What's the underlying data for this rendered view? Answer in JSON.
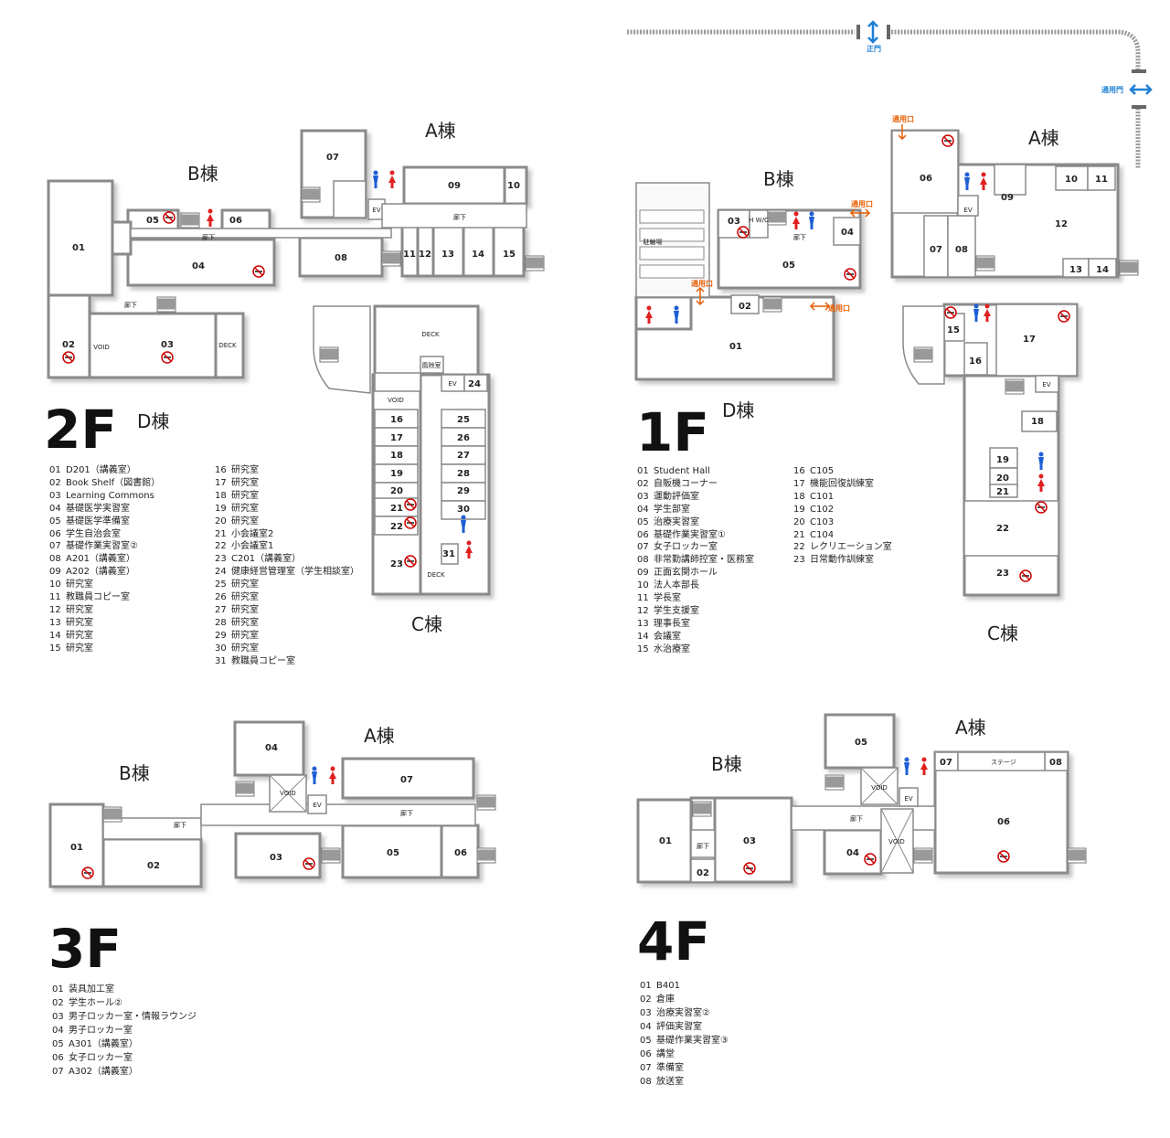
{
  "gate": {
    "main": "正門",
    "side": "通用門"
  },
  "emergency_exit": "通用口",
  "buildings": {
    "A": "A棟",
    "B": "B棟",
    "C": "C棟",
    "D": "D棟"
  },
  "labels": {
    "corridor": "廊下",
    "void": "VOID",
    "deck": "DECK",
    "ev": "EV",
    "wind": "風除室",
    "stage": "ステージ",
    "parking": "駐輪場",
    "wc": "H W/C"
  },
  "floors": {
    "f2": {
      "title": "2F",
      "rooms": [
        "01",
        "02",
        "03",
        "04",
        "05",
        "06",
        "07",
        "08",
        "09",
        "10",
        "11",
        "12",
        "13",
        "14",
        "15",
        "16",
        "17",
        "18",
        "19",
        "20",
        "21",
        "22",
        "23",
        "24",
        "25",
        "26",
        "27",
        "28",
        "29",
        "30",
        "31"
      ],
      "legend": [
        {
          "n": "01",
          "t": "D201（講義室）"
        },
        {
          "n": "02",
          "t": "Book Shelf（図書館）"
        },
        {
          "n": "03",
          "t": "Learning Commons"
        },
        {
          "n": "04",
          "t": "基礎医学実習室"
        },
        {
          "n": "05",
          "t": "基礎医学準備室"
        },
        {
          "n": "06",
          "t": "学生自治会室"
        },
        {
          "n": "07",
          "t": "基礎作業実習室②"
        },
        {
          "n": "08",
          "t": "A201（講義室）"
        },
        {
          "n": "09",
          "t": "A202（講義室）"
        },
        {
          "n": "10",
          "t": "研究室"
        },
        {
          "n": "11",
          "t": "教職員コピー室"
        },
        {
          "n": "12",
          "t": "研究室"
        },
        {
          "n": "13",
          "t": "研究室"
        },
        {
          "n": "14",
          "t": "研究室"
        },
        {
          "n": "15",
          "t": "研究室"
        },
        {
          "n": "16",
          "t": "研究室"
        },
        {
          "n": "17",
          "t": "研究室"
        },
        {
          "n": "18",
          "t": "研究室"
        },
        {
          "n": "19",
          "t": "研究室"
        },
        {
          "n": "20",
          "t": "研究室"
        },
        {
          "n": "21",
          "t": "小会議室2"
        },
        {
          "n": "22",
          "t": "小会議室1"
        },
        {
          "n": "23",
          "t": "C201（講義室）"
        },
        {
          "n": "24",
          "t": "健康経営管理室（学生相談室）"
        },
        {
          "n": "25",
          "t": "研究室"
        },
        {
          "n": "26",
          "t": "研究室"
        },
        {
          "n": "27",
          "t": "研究室"
        },
        {
          "n": "28",
          "t": "研究室"
        },
        {
          "n": "29",
          "t": "研究室"
        },
        {
          "n": "30",
          "t": "研究室"
        },
        {
          "n": "31",
          "t": "教職員コピー室"
        }
      ]
    },
    "f1": {
      "title": "1F",
      "legend": [
        {
          "n": "01",
          "t": "Student Hall"
        },
        {
          "n": "02",
          "t": "自販機コーナー"
        },
        {
          "n": "03",
          "t": "運動評価室"
        },
        {
          "n": "04",
          "t": "学生部室"
        },
        {
          "n": "05",
          "t": "治療実習室"
        },
        {
          "n": "06",
          "t": "基礎作業実習室①"
        },
        {
          "n": "07",
          "t": "女子ロッカー室"
        },
        {
          "n": "08",
          "t": "非常勤講師控室・医務室"
        },
        {
          "n": "09",
          "t": "正面玄関ホール"
        },
        {
          "n": "10",
          "t": "法人本部長"
        },
        {
          "n": "11",
          "t": "学長室"
        },
        {
          "n": "12",
          "t": "学生支援室"
        },
        {
          "n": "13",
          "t": "理事長室"
        },
        {
          "n": "14",
          "t": "会議室"
        },
        {
          "n": "15",
          "t": "水治療室"
        },
        {
          "n": "16",
          "t": "C105"
        },
        {
          "n": "17",
          "t": "機能回復訓練室"
        },
        {
          "n": "18",
          "t": "C101"
        },
        {
          "n": "19",
          "t": "C102"
        },
        {
          "n": "20",
          "t": "C103"
        },
        {
          "n": "21",
          "t": "C104"
        },
        {
          "n": "22",
          "t": "レクリエーション室"
        },
        {
          "n": "23",
          "t": "日常動作訓練室"
        }
      ]
    },
    "f3": {
      "title": "3F",
      "legend": [
        {
          "n": "01",
          "t": "装具加工室"
        },
        {
          "n": "02",
          "t": "学生ホール②"
        },
        {
          "n": "03",
          "t": "男子ロッカー室・情報ラウンジ"
        },
        {
          "n": "04",
          "t": "男子ロッカー室"
        },
        {
          "n": "05",
          "t": "A301（講義室）"
        },
        {
          "n": "06",
          "t": "女子ロッカー室"
        },
        {
          "n": "07",
          "t": "A302（講義室）"
        }
      ]
    },
    "f4": {
      "title": "4F",
      "legend": [
        {
          "n": "01",
          "t": "B401"
        },
        {
          "n": "02",
          "t": "倉庫"
        },
        {
          "n": "03",
          "t": "治療実習室②"
        },
        {
          "n": "04",
          "t": "評価実習室"
        },
        {
          "n": "05",
          "t": "基礎作業実習室③"
        },
        {
          "n": "06",
          "t": "講堂"
        },
        {
          "n": "07",
          "t": "準備室"
        },
        {
          "n": "08",
          "t": "放送室"
        }
      ]
    }
  },
  "colors": {
    "wall": "#8a8a8a",
    "room_fill": "#ffffff",
    "shadow": "#d6d6d6",
    "male": "#1e5fd6",
    "female": "#e02020",
    "exit": "#e65c00",
    "gate": "#1e7fd6"
  }
}
